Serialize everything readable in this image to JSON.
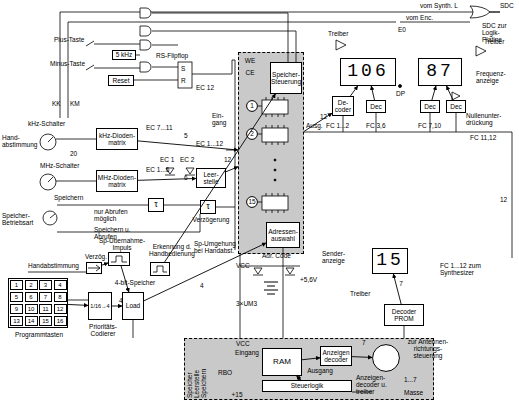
{
  "diagram": {
    "nodes": [
      {
        "text": [
          "5 kHz"
        ]
      },
      {
        "text": [
          "Reset"
        ]
      },
      {
        "text": [
          "kHz-Dioden-matrix"
        ]
      },
      {
        "text": [
          "MHz-Dioden-matrix"
        ]
      },
      {
        "text": [
          "Leer-stelle"
        ]
      },
      {
        "text": [
          "τ"
        ]
      },
      {
        "text": [
          "τ",
          "Verzögerung"
        ]
      },
      {
        "text": [
          "Sp-Übernahme-Impuls"
        ]
      },
      {
        "text": [
          "Verzög."
        ]
      },
      {
        "text": [
          "Erkennung d. Handbedienung"
        ]
      },
      {
        "text": [
          "Programmtasten"
        ]
      },
      {
        "text": [
          "1"
        ],
        "in": 10
      },
      {
        "text": [
          "2"
        ],
        "in": 10
      },
      {
        "text": [
          "3"
        ],
        "in": 10
      },
      {
        "text": [
          "4"
        ],
        "in": 10
      },
      {
        "text": [
          "5"
        ],
        "in": 10
      },
      {
        "text": [
          "6"
        ],
        "in": 10
      },
      {
        "text": [
          "7"
        ],
        "in": 10
      },
      {
        "text": [
          "8"
        ],
        "in": 10
      },
      {
        "text": [
          "9"
        ],
        "in": 10
      },
      {
        "text": [
          "10"
        ],
        "in": 10
      },
      {
        "text": [
          "11"
        ],
        "in": 10
      },
      {
        "text": [
          "12"
        ],
        "in": 10
      },
      {
        "text": [
          "13"
        ],
        "in": 10
      },
      {
        "text": [
          "14"
        ],
        "in": 10
      },
      {
        "text": [
          "15"
        ],
        "in": 10
      },
      {
        "text": [
          "16"
        ],
        "in": 10
      },
      {
        "text": [
          "1/16→4",
          "Prioritäts-Codierer"
        ]
      },
      {
        "text": [
          "Load",
          "4-bit-Speicher"
        ]
      },
      {
        "text": [
          "WE",
          "CE"
        ]
      },
      {
        "text": [
          "Speicher-Steuerung"
        ],
        "in": 29
      },
      {
        "text": [
          "1"
        ],
        "in": 29
      },
      {
        "text": [
          "2"
        ],
        "in": 29
      },
      {
        "text": [
          "15"
        ],
        "in": 29
      },
      {
        "text": [
          "Adressen-auswahl"
        ],
        "in": 29
      },
      {
        "text": [
          "106"
        ]
      },
      {
        "text": [
          "87"
        ]
      },
      {
        "text": [
          "De-coder"
        ]
      },
      {
        "text": [
          "Dec"
        ]
      },
      {
        "text": [
          "Dec"
        ]
      },
      {
        "text": [
          "Dec"
        ]
      },
      {
        "text": [
          "15"
        ]
      },
      {
        "text": [
          "Decoder PROM"
        ]
      },
      {
        "text": [
          "RBO",
          "+15"
        ]
      },
      {
        "text": [
          "Eingang",
          "RAM",
          "Ausgang"
        ],
        "in": 43
      },
      {
        "text": [
          "Anzeigen decoder"
        ],
        "in": 43
      },
      {
        "text": [
          "Steuerlogik"
        ],
        "in": 43
      },
      {
        "text": [
          "zur Antennen-richtungs-steuerung"
        ],
        "in": 43
      }
    ],
    "edges": [
      {
        "from": 10,
        "to": 27,
        "arrow": "to"
      },
      {
        "from": 27,
        "to": 28,
        "arrow": "to",
        "label": "4"
      },
      {
        "from": 8,
        "to": 7,
        "arrow": "to"
      },
      {
        "from": 7,
        "to": 28,
        "arrow": "to"
      },
      {
        "from": 28,
        "to": 34,
        "arrow": "to"
      },
      {
        "from": 2,
        "to": 29,
        "arrow": "to"
      },
      {
        "from": 3,
        "to": 4,
        "arrow": "to"
      },
      {
        "from": 4,
        "to": 29,
        "arrow": "to"
      },
      {
        "from": 9,
        "to": 30,
        "arrow": "to"
      },
      {
        "from": 29,
        "to": 37,
        "arrow": "to",
        "label": "12"
      },
      {
        "from": 37,
        "to": 35,
        "arrow": "to"
      },
      {
        "from": 38,
        "to": 35,
        "arrow": "to"
      },
      {
        "from": 39,
        "to": 36,
        "arrow": "to"
      },
      {
        "from": 40,
        "to": 36,
        "arrow": "to"
      },
      {
        "from": 42,
        "to": 41,
        "arrow": "to",
        "label": "7"
      },
      {
        "from": 46,
        "to": 44,
        "arrow": "both"
      },
      {
        "from": 44,
        "to": 45,
        "arrow": "to"
      },
      {
        "from": 45,
        "to": 47,
        "arrow": "to"
      }
    ],
    "labels": [
      "vom Synth. L",
      "SDC",
      "vom Enc.",
      "E0",
      "SDC zur Logik-Platine",
      "Treiber",
      "Treiber",
      "Frequenz-anzeige",
      "DP",
      "Nullenunter-drückung",
      "FC 1...2",
      "FC 3,6",
      "FC 7,10",
      "FC 11,12",
      "12",
      "FC 1...12 zum Synthesizer",
      "Plus-Taste",
      "Minus-Taste",
      "RS-Flipflop",
      "S",
      "R",
      "EC 12",
      "KK",
      "KM",
      "kHz-Schalter",
      "Hand-abstimmung",
      "20",
      "EC 7...11",
      "5",
      "MHz-Schalter",
      "EC 1...6",
      "6",
      "EC 1...12",
      "12",
      "EC 1",
      "EC 2",
      "Speicher-Betriebsart",
      "Speichern",
      "nur Abrufen möglich",
      "Speichern u. Abrufen",
      "Handabstimmung",
      "Sp-Umgehung bei Handabst.",
      "Ein-gang",
      "Ausg.",
      "Adr. Code",
      "VCC",
      "+5,6V",
      "3×UM3",
      "4",
      "Sender-anzeige",
      "Treiber",
      "Speicher",
      "Leerstelle",
      "Speichern",
      "Anzeigen-decoder u. treiber",
      "1...7",
      "7",
      "VCC",
      "Masse"
    ]
  }
}
